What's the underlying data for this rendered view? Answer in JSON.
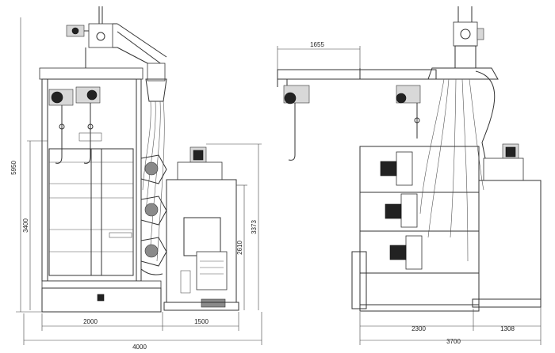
{
  "drawing": {
    "front_view": {
      "dimensions": {
        "total_height": "5950",
        "body_height": "3400",
        "body_width": "2000",
        "dust_collector_height": "2610",
        "dust_collector_total_height": "3373",
        "dust_collector_width": "1500",
        "total_width": "4000"
      }
    },
    "side_view": {
      "dimensions": {
        "rail_length": "1655",
        "body_width": "2300",
        "dust_collector_width": "1308",
        "total_width": "3700"
      }
    }
  }
}
